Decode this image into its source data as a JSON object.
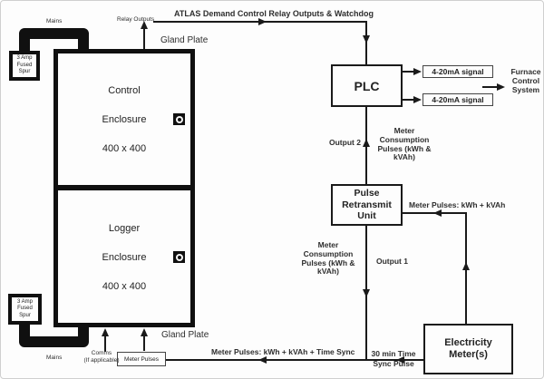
{
  "title": "ATLAS Demand Control Relay Outputs & Watchdog",
  "labels": {
    "relay_outputs": "Relay Outputs",
    "gland_plate_top": "Gland Plate",
    "gland_plate_bottom": "Gland Plate",
    "mains_top": "Mains",
    "mains_bottom": "Mains",
    "comms": "Comms\n(If applicable)",
    "output_2": "Output 2",
    "output_1": "Output 1",
    "meter_consumption_upper": "Meter\nConsumption\nPulses (kWh &\nkVAh)",
    "meter_consumption_lower": "Meter\nConsumption\nPulses (kWh &\nkVAh)",
    "meter_pulses_kwh_kvah": "Meter Pulses: kWh + kVAh",
    "meter_pulses_time_sync": "Meter Pulses: kWh + kVAh + Time Sync",
    "time_sync_pulse": "30 min Time\nSync Pulse",
    "furnace_control_system": "Furnace\nControl\nSystem"
  },
  "boxes": {
    "control_enclosure": {
      "lines": [
        "Control",
        "Enclosure",
        "400 x 400"
      ]
    },
    "logger_enclosure": {
      "lines": [
        "Logger",
        "Enclosure",
        "400 x 400"
      ]
    },
    "fused_spur_top": "3 Amp\nFused\nSpur",
    "fused_spur_bottom": "3 Amp\nFused\nSpur",
    "plc": "PLC",
    "signal_top": "4-20mA signal",
    "signal_bottom": "4-20mA signal",
    "pulse_retransmit": "Pulse\nRetransmit\nUnit",
    "electricity_meters": "Electricity\nMeter(s)",
    "meter_pulses_box": "Meter Pulses"
  },
  "icons": {
    "control_lock": "cam-lock-icon",
    "logger_lock": "cam-lock-icon"
  },
  "colors": {
    "line": "#1a1a1a",
    "cable": "#101010",
    "text": "#2e2e2e",
    "background": "#fdfdfd"
  }
}
